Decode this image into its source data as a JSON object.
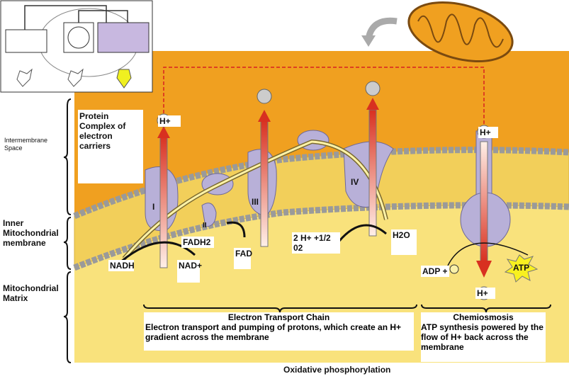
{
  "regions": {
    "intermembrane": "Intermembrane Space",
    "inner_membrane": "Inner Mitochondrial membrane",
    "matrix": "Mitochondrial Matrix"
  },
  "protein_complex_label": "Protein Complex of electron carriers",
  "complexes": [
    "I",
    "II",
    "III",
    "IV"
  ],
  "molecules": {
    "h_plus": "H+",
    "nadh": "NADH",
    "nad_plus": "NAD+",
    "fadh2": "FADH2",
    "fad": "FAD",
    "oxygen": "2 H+ +1/2 02",
    "water": "H2O",
    "adp": "ADP +",
    "atp": "ATP"
  },
  "etc": {
    "title": "Electron Transport Chain",
    "description": "Electron transport and pumping of protons, which create an H+ gradient across the membrane"
  },
  "chemiosmosis": {
    "title": "Chemiosmosis",
    "description": "ATP synthesis powered by the flow of H+ back across the membrane"
  },
  "caption": "Oxidative phosphorylation",
  "colors": {
    "intermembrane": "#f0a020",
    "matrix": "#f9e27c",
    "protein": "#b8b0d8",
    "arrow": "#d83020"
  }
}
